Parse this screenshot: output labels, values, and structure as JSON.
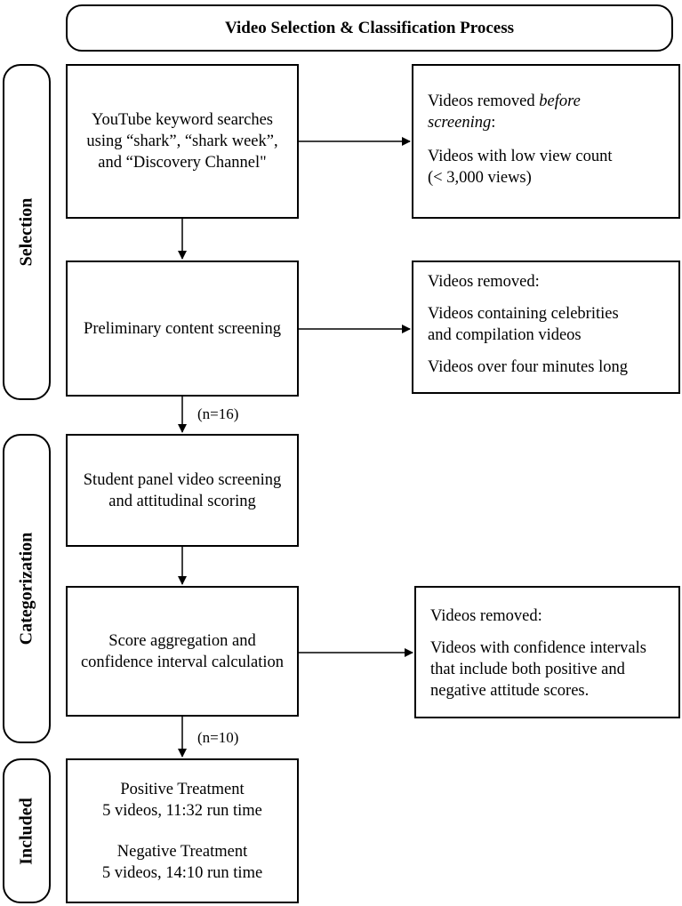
{
  "title": "Video Selection & Classification Process",
  "stages": {
    "selection": "Selection",
    "categorization": "Categorization",
    "included": "Included"
  },
  "steps": {
    "keyword_search": [
      "YouTube keyword searches",
      "using “shark”, “shark week”,",
      "and “Discovery Channel\""
    ],
    "preliminary": "Preliminary content screening",
    "student_panel": [
      "Student panel video screening",
      "and attitudinal scoring"
    ],
    "aggregation": [
      "Score aggregation and",
      "confidence interval calculation"
    ],
    "positive": [
      "Positive Treatment",
      "5 videos, 11:32 run time"
    ],
    "negative": [
      "Negative Treatment",
      "5 videos, 14:10 run time"
    ]
  },
  "removed": {
    "before": {
      "heading_prefix": "Videos removed ",
      "heading_em": "before",
      "heading_line2_em": "screening",
      "heading_line2_suffix": ":",
      "items": [
        "Videos with low view count",
        "(< 3,000 views)"
      ]
    },
    "preliminary": {
      "heading": "Videos removed:",
      "item1": [
        "Videos containing celebrities",
        "and compilation videos"
      ],
      "item2": "Videos over four minutes long"
    },
    "aggregation": {
      "heading": "Videos removed:",
      "item": [
        "Videos with confidence intervals",
        "that include both positive and",
        "negative attitude scores."
      ]
    }
  },
  "counts": {
    "after_preliminary": "(n=16)",
    "after_aggregation": "(n=10)"
  }
}
